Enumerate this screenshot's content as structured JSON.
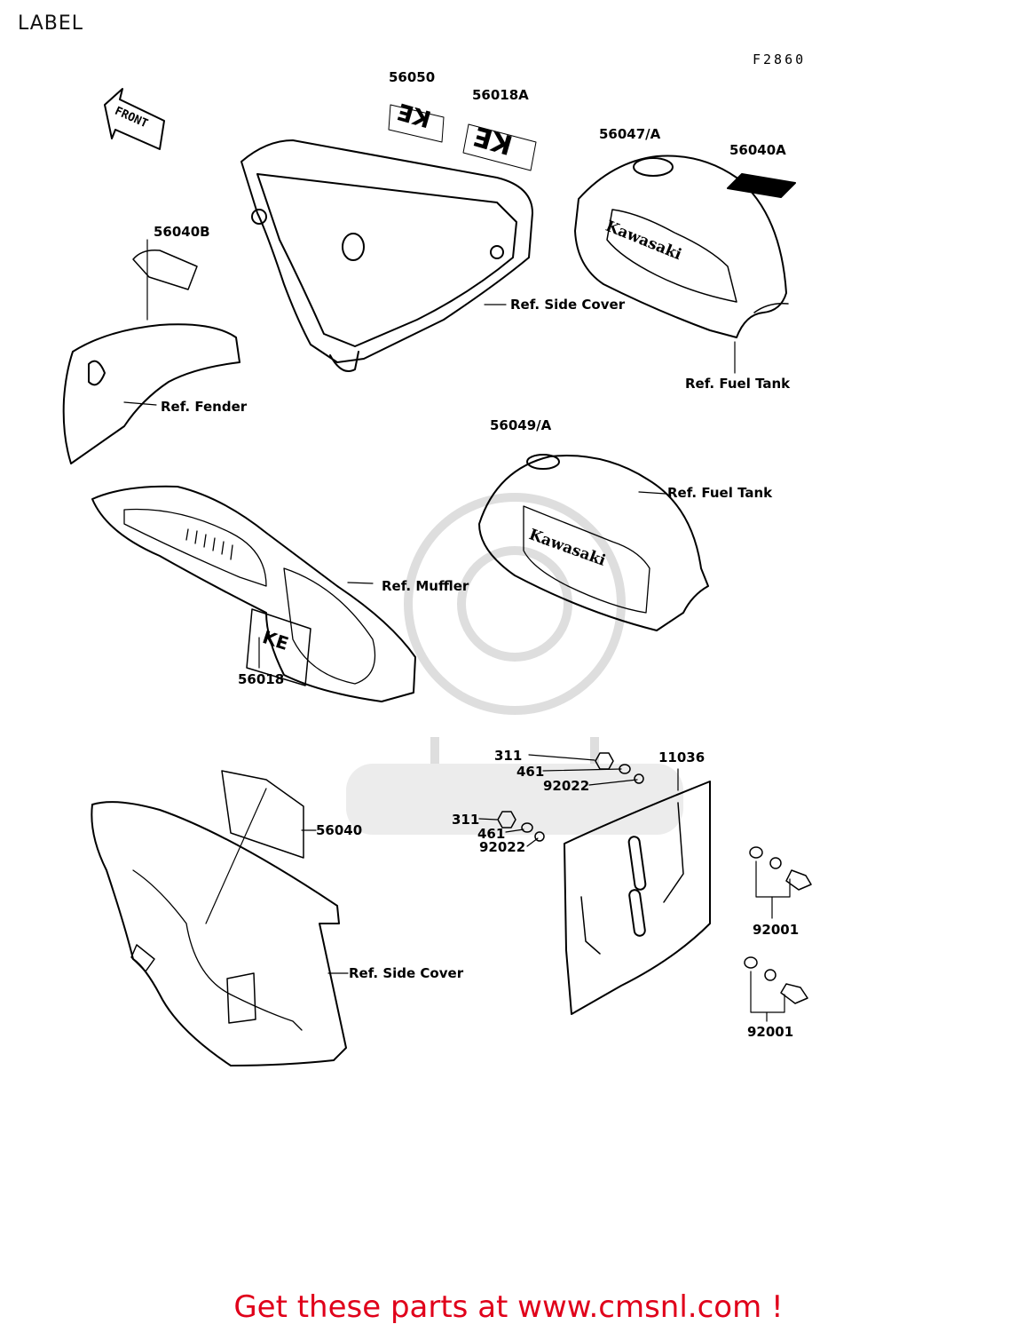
{
  "header": {
    "title": "LABEL",
    "figure_code": "F2860"
  },
  "parts": [
    {
      "id": "p56050",
      "text": "56050"
    },
    {
      "id": "p56018A",
      "text": "56018A"
    },
    {
      "id": "p56047A",
      "text": "56047/A"
    },
    {
      "id": "p56040A",
      "text": "56040A"
    },
    {
      "id": "p56040B",
      "text": "56040B"
    },
    {
      "id": "p56049A",
      "text": "56049/A"
    },
    {
      "id": "p56018",
      "text": "56018"
    },
    {
      "id": "p56040",
      "text": "56040"
    },
    {
      "id": "p11036",
      "text": "11036"
    },
    {
      "id": "p311a",
      "text": "311"
    },
    {
      "id": "p461a",
      "text": "461"
    },
    {
      "id": "p92022a",
      "text": "92022"
    },
    {
      "id": "p311b",
      "text": "311"
    },
    {
      "id": "p461b",
      "text": "461"
    },
    {
      "id": "p92022b",
      "text": "92022"
    },
    {
      "id": "p92001a",
      "text": "92001"
    },
    {
      "id": "p92001b",
      "text": "92001"
    }
  ],
  "refs": {
    "side_cover_1": "Ref. Side Cover",
    "fuel_tank_1": "Ref. Fuel Tank",
    "fender": "Ref. Fender",
    "fuel_tank_2": "Ref. Fuel Tank",
    "muffler": "Ref. Muffler",
    "side_cover_2": "Ref. Side Cover"
  },
  "decal_text": {
    "front_arrow": "FRONT",
    "brand_1": "Kawasaki",
    "brand_2": "Kawasaki",
    "ke_1": "KE",
    "ke_2": "KE",
    "ke_3": "KE"
  },
  "footer": {
    "text": "Get these parts at www.cmsnl.com !"
  },
  "colors": {
    "footer_text": "#e0001a",
    "line": "#000000",
    "watermark": "#d9d9d9"
  }
}
